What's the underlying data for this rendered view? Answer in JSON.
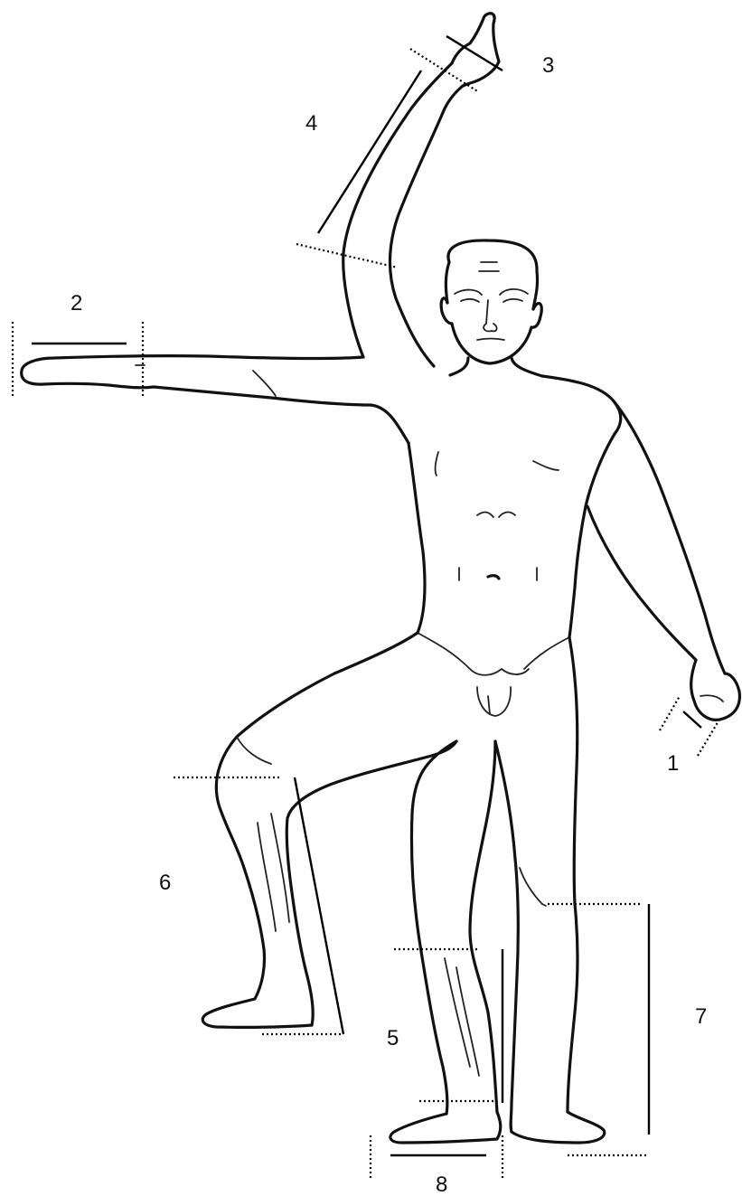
{
  "figure": {
    "subject": "human-figure",
    "measurements": [
      {
        "id": "1",
        "label": "1"
      },
      {
        "id": "2",
        "label": "2"
      },
      {
        "id": "3",
        "label": "3"
      },
      {
        "id": "4",
        "label": "4"
      },
      {
        "id": "5",
        "label": "5"
      },
      {
        "id": "6",
        "label": "6"
      },
      {
        "id": "7",
        "label": "7"
      },
      {
        "id": "8",
        "label": "8"
      }
    ]
  }
}
